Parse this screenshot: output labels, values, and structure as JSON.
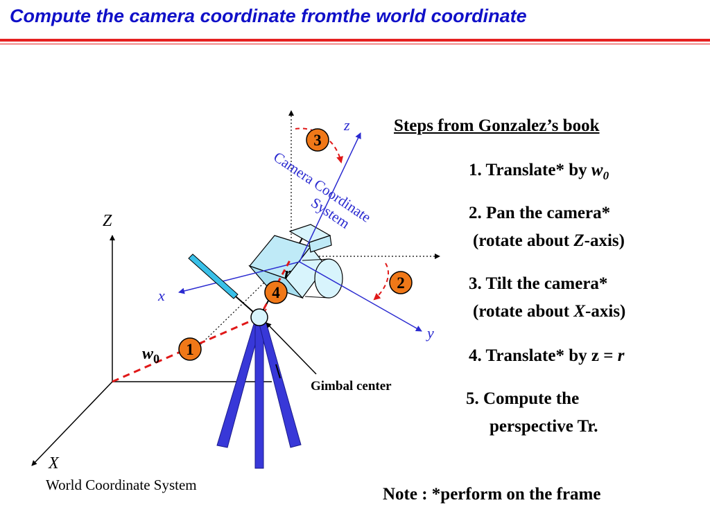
{
  "title": "Compute the camera coordinate fromthe world coordinate",
  "diagram": {
    "world_axes": {
      "z": "Z",
      "x": "X"
    },
    "world_caption": "World Coordinate System",
    "camera_axes": {
      "z": "z",
      "x": "x",
      "y": "y"
    },
    "camera_caption_line1": "Camera Coordinate",
    "camera_caption_line2": "System",
    "r_label": "r",
    "w0_label": "w",
    "w0_sub": "0",
    "gimbal_label": "Gimbal center",
    "markers": [
      "1",
      "2",
      "3",
      "4"
    ],
    "colors": {
      "axis_blue": "#2a2ad0",
      "marker_fill": "#f07818",
      "dashed_red": "#e01818",
      "camera_fill": "#bfeaf7",
      "tripod_blue": "#3838d8",
      "title_blue": "#1010c8"
    }
  },
  "steps": {
    "heading": "Steps from Gonzalez’s book",
    "step1_prefix": "1. Translate* by ",
    "step1_var": "w",
    "step1_sub": "0",
    "step2_line1": "2. Pan the camera*",
    "step2_line2_prefix": "(rotate about ",
    "step2_axis": "Z",
    "step2_line2_suffix": "-axis)",
    "step3_line1": "3. Tilt the camera*",
    "step3_line2_prefix": "(rotate about ",
    "step3_axis": "X",
    "step3_line2_suffix": "-axis)",
    "step4_prefix": "4. Translate* by z = ",
    "step4_var": "r",
    "step5_line1": "5. Compute the",
    "step5_line2": "perspective Tr.",
    "note": "Note : *perform on the frame"
  }
}
